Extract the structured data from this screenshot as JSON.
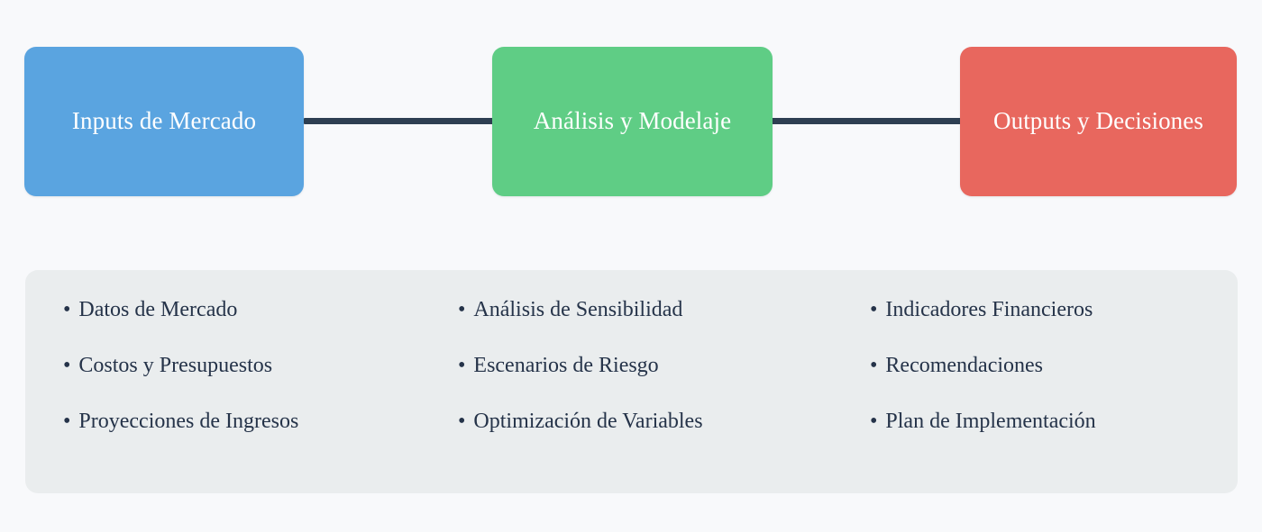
{
  "diagram": {
    "type": "horizontal-flow",
    "background_color": "#f8f9fb",
    "connector_color": "#2e3f52",
    "nodes": [
      {
        "id": "inputs",
        "label": "Inputs de Mercado",
        "color": "#5aa4e0",
        "text_color": "#ffffff"
      },
      {
        "id": "analysis",
        "label": "Análisis y Modelaje",
        "color": "#5fcd85",
        "text_color": "#ffffff"
      },
      {
        "id": "outputs",
        "label": "Outputs y Decisiones",
        "color": "#e8675e",
        "text_color": "#ffffff"
      }
    ],
    "connectors": [
      {
        "from": "inputs",
        "to": "analysis"
      },
      {
        "from": "analysis",
        "to": "outputs"
      }
    ],
    "detail_panel": {
      "background_color": "#eaedee",
      "bullet_glyph": "•",
      "text_color": "#253349",
      "columns": [
        {
          "node_id": "inputs",
          "items": [
            "Datos de Mercado",
            "Costos y Presupuestos",
            "Proyecciones de Ingresos"
          ]
        },
        {
          "node_id": "analysis",
          "items": [
            "Análisis de Sensibilidad",
            "Escenarios de Riesgo",
            "Optimización de Variables"
          ]
        },
        {
          "node_id": "outputs",
          "items": [
            "Indicadores Financieros",
            "Recomendaciones",
            "Plan de Implementación"
          ]
        }
      ]
    }
  }
}
